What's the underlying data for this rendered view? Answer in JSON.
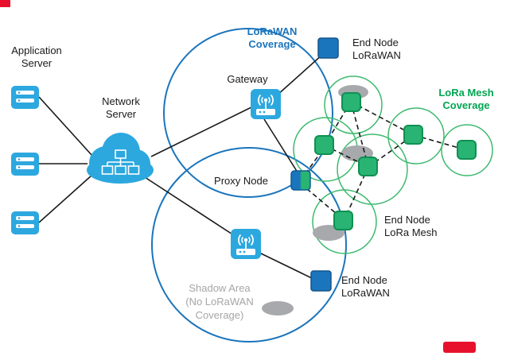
{
  "diagram": {
    "labels": {
      "application_server": [
        "Application",
        "Server"
      ],
      "network_server": [
        "Network",
        "Server"
      ],
      "lorawan_coverage": [
        "LoRaWAN",
        "Coverage"
      ],
      "gateway": "Gateway",
      "end_node_lorawan_top": [
        "End Node",
        "LoRaWAN"
      ],
      "lora_mesh_coverage": [
        "LoRa Mesh",
        "Coverage"
      ],
      "proxy_node": "Proxy Node",
      "end_node_lora_mesh": [
        "End Node",
        "LoRa Mesh"
      ],
      "end_node_lorawan_bottom": [
        "End Node",
        "LoRaWAN"
      ],
      "shadow_area": [
        "Shadow Area",
        "(No LoRaWAN",
        "Coverage)"
      ]
    },
    "icons": [
      "server-icon",
      "cloud-network-icon",
      "gateway-antenna-icon",
      "proxy-node-icon",
      "end-node-lorawan-icon",
      "mesh-node-icon",
      "shadow-spot-ellipse"
    ],
    "counts": {
      "servers": 3,
      "gateways": 2,
      "mesh_nodes": 6,
      "shadow_spots": 4,
      "lorawan_end_nodes": 2
    },
    "colors": {
      "icon_blue": "#2CA8DF",
      "end_node_blue": "#1B75BC",
      "mesh_green_fill": "#29B473",
      "mesh_green_border": "#0E9152",
      "lorawan_circle_stroke": "#1B75BC",
      "mesh_circle_stroke": "#3DBA6F",
      "lorawan_label": "#1B75BC",
      "mesh_label": "#00A651",
      "shadow_gray": "#A6A6A8",
      "link_black": "#1A1A1A",
      "marker_red": "#E8112D",
      "background": "#FFFFFF"
    }
  }
}
